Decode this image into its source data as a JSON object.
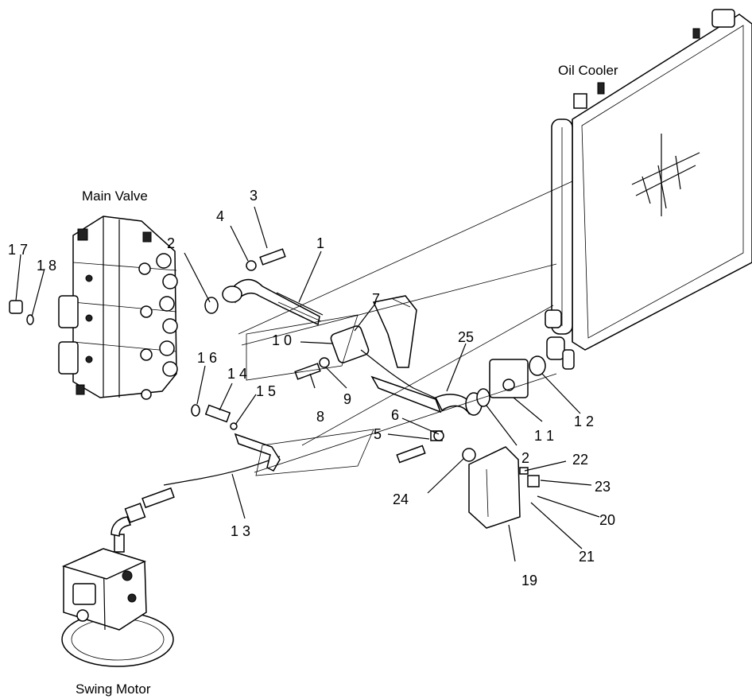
{
  "titles": {
    "oil_cooler": "Oil Cooler",
    "main_valve": "Main Valve",
    "swing_motor": "Swing Motor"
  },
  "callouts": {
    "c1": "1",
    "c2a": "2",
    "c2b": "2",
    "c3": "3",
    "c4": "4",
    "c5": "5",
    "c6": "6",
    "c7": "7",
    "c8": "8",
    "c9": "9",
    "c10": "1 0",
    "c11": "1 1",
    "c12": "1 2",
    "c13": "1 3",
    "c14": "1 4",
    "c15": "1 5",
    "c16": "1 6",
    "c17": "1 7",
    "c18": "1 8",
    "c19": "19",
    "c20": "20",
    "c21": "21",
    "c22": "22",
    "c23": "23",
    "c24": "24",
    "c25": "25"
  }
}
